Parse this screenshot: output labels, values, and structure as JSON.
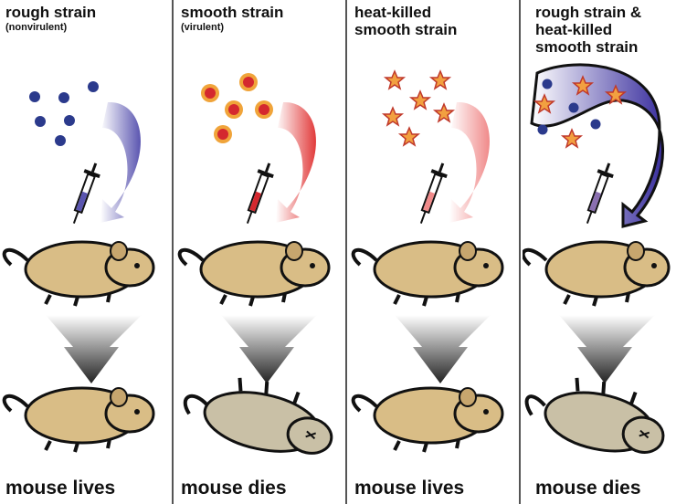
{
  "colors": {
    "rough": "#2b3a8c",
    "smooth_fill": "#d4282f",
    "smooth_ring": "#f0a43a",
    "heat_killed_fill": "#f2a040",
    "heat_killed_outline": "#c0392b",
    "mouse_live": "#d9bd86",
    "mouse_dead": "#c9c0a6",
    "arrow_rough": "#5a55b0",
    "arrow_smooth": "#e13a3a",
    "arrow_heat": "#f08a8a",
    "arrow_mixed": "#3a2f9e"
  },
  "panels": [
    {
      "title_lines": [
        "rough strain"
      ],
      "subtitle": "(nonvirulent)",
      "outcome": "mouse lives",
      "icon": "syringe-icon"
    },
    {
      "title_lines": [
        "smooth strain"
      ],
      "subtitle": "(virulent)",
      "outcome": "mouse dies",
      "icon": "syringe-icon"
    },
    {
      "title_lines": [
        "heat-killed",
        "smooth strain"
      ],
      "subtitle": "",
      "outcome": "mouse lives",
      "icon": "syringe-icon"
    },
    {
      "title_lines": [
        "rough strain &",
        "heat-killed",
        "smooth strain"
      ],
      "subtitle": "",
      "outcome": "mouse dies",
      "icon": "syringe-icon"
    }
  ]
}
